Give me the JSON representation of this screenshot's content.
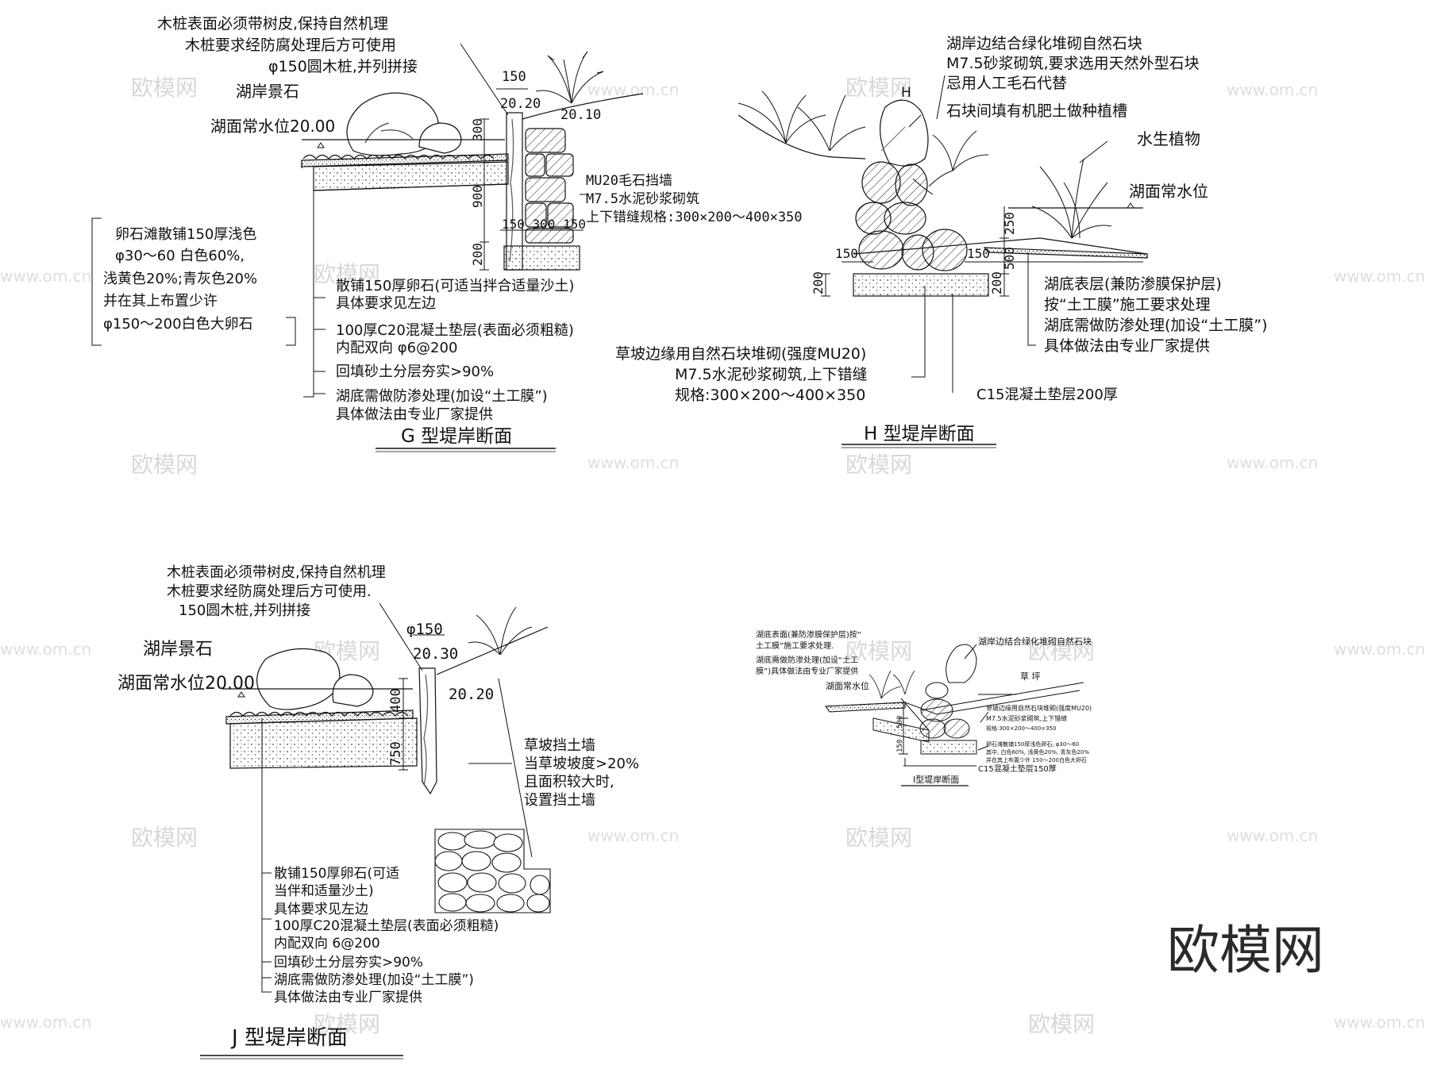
{
  "watermark": {
    "brand": "欧模网",
    "url": "www.om.cn",
    "corner_brand": "欧模网"
  },
  "g": {
    "title": "G 型堤岸断面",
    "pile_note": [
      "木桩表面必须带树皮,保持自然机理",
      "木桩要求经防腐处理后方可使用",
      "φ150圆木桩,并列拼接"
    ],
    "landscape_stone": "湖岸景石",
    "water_level": "湖面常水位20.00",
    "elev_top": "20.20",
    "elev_right": "20.10",
    "dim_pile": "150",
    "dims_vertical": [
      "300",
      "900",
      "200"
    ],
    "dims_bottom": "150 300 150",
    "wall_note": [
      "MU20毛石挡墙",
      "M7.5水泥砂浆砌筑",
      "上下错缝规格:300×200～400×350"
    ],
    "pebble_note": [
      "卵石滩散铺150厚浅色",
      "φ30～60 白色60%,",
      "浅黄色20%;青灰色20%",
      "并在其上布置少许",
      "φ150～200白色大卵石"
    ],
    "layers": [
      [
        "散铺150厚卵石(可适当拌合适量沙土)",
        "具体要求见左边"
      ],
      [
        "100厚C20混凝土垫层(表面必须粗糙)",
        "内配双向 φ6@200"
      ],
      [
        "回填砂土分层夯实>90%"
      ],
      [
        "湖底需做防渗处理(加设“土工膜”)",
        "具体做法由专业厂家提供"
      ]
    ]
  },
  "h": {
    "title": "H 型堤岸断面",
    "top_note": [
      "湖岸边结合绿化堆砌自然石块",
      "M7.5砂浆砌筑,要求选用天然外型石块",
      "忌用人工毛石代替"
    ],
    "fill_note": "石块间填有机肥土做种植槽",
    "marker": "H",
    "aquatic": "水生植物",
    "water_level": "湖面常水位",
    "dims_left": [
      "150",
      "200"
    ],
    "dims_right": [
      "150",
      "250",
      "500",
      "200"
    ],
    "bank_note": [
      "湖底表层(兼防渗膜保护层)",
      "按“土工膜”施工要求处理",
      "湖底需做防渗处理(加设“土工膜”)",
      "具体做法由专业厂家提供"
    ],
    "slope_note": [
      "草坡边缘用自然石块堆砌(强度MU20)",
      "M7.5水泥砂浆砌筑,上下错缝",
      "规格:300×200～400×350"
    ],
    "concrete": "C15混凝土垫层200厚"
  },
  "j": {
    "title": "J 型堤岸断面",
    "pile_note": [
      "木桩表面必须带树皮,保持自然机理",
      "木桩要求经防腐处理后方可使用.",
      "150圆木桩,并列拼接"
    ],
    "landscape_stone": "湖岸景石",
    "water_level": "湖面常水位20.00",
    "pile_dia": "φ150",
    "elev_top": "20.30",
    "elev_right": "20.20",
    "dims_vertical": [
      "400",
      "750"
    ],
    "retaining_note": [
      "草坡挡土墙",
      "当草坡坡度>20%",
      "且面积较大时,",
      "设置挡土墙"
    ],
    "layers": [
      "散铺150厚卵石(可适",
      "当伴和适量沙土)",
      "具体要求见左边",
      "100厚C20混凝土垫层(表面必须粗糙)",
      "内配双向 6@200",
      "回填砂土分层夯实>90%",
      "湖底需做防渗处理(加设“土工膜”)",
      "具体做法由专业厂家提供"
    ]
  },
  "i": {
    "title": "I型堤岸断面",
    "left_note": [
      "湖底表面(兼防渗膜保护层)按“",
      "土工膜”施工要求处理.",
      "湖底需做防渗处理(加设“土工",
      "膜”)具体做法由专业厂家提供"
    ],
    "water_level": "湖面常水位",
    "top_note": "湖岸边结合绿化堆砌自然石块",
    "grass": "草 坪",
    "stone_note": [
      "草坡边缘用自然石块堆砌(强度MU20)",
      "M7.5水泥砂浆砌筑,上下错缝",
      "规格:300×200～400×350"
    ],
    "pebble_note": [
      "卵石滩散铺150厚浅色卵石, φ30～60",
      "其中, 白色60%, 浅黄色20%, 青灰色20%",
      "并在其上布置少许 150～200白色大卵石"
    ],
    "concrete": "C15混凝土垫层150厚",
    "dims": [
      "500",
      "150"
    ]
  }
}
